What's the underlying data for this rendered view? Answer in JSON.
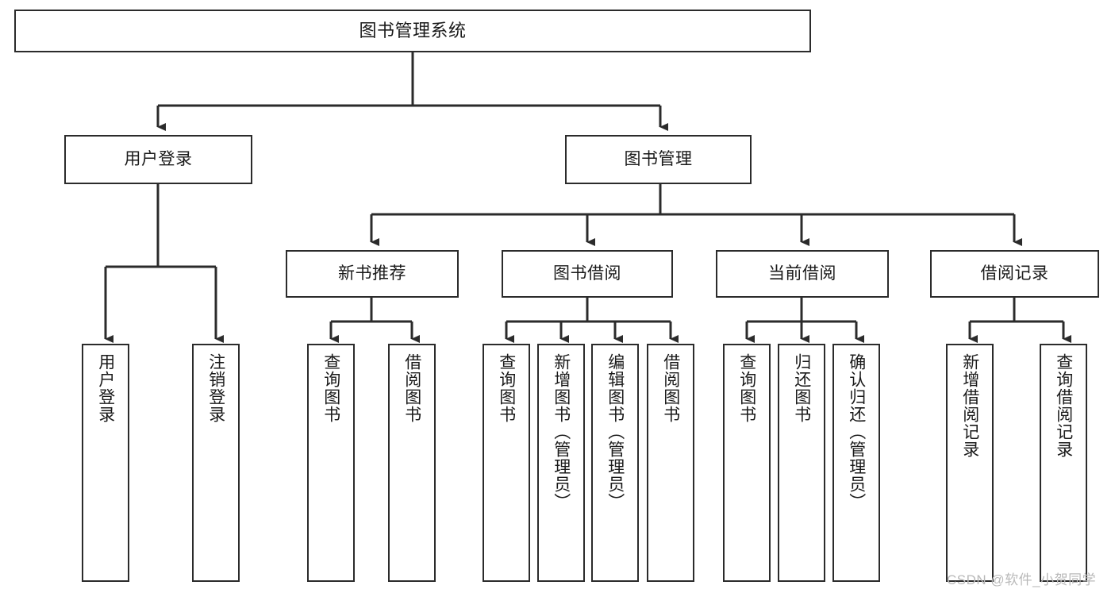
{
  "diagram": {
    "type": "tree-flowchart",
    "title": "图书管理系统",
    "orientation": "top-down",
    "colors": {
      "box_border": "#2b2b2b",
      "box_fill": "#ffffff",
      "connector": "#2b2b2b",
      "text": "#1a1a1a",
      "watermark": "#b9b9b9",
      "background": "#ffffff"
    },
    "root": {
      "label": "图书管理系统"
    },
    "level2": [
      {
        "label": "用户登录"
      },
      {
        "label": "图书管理"
      }
    ],
    "level3": [
      {
        "label": "新书推荐"
      },
      {
        "label": "图书借阅"
      },
      {
        "label": "当前借阅"
      },
      {
        "label": "借阅记录"
      }
    ],
    "leaves": {
      "user_login": [
        {
          "label": "用户登录"
        },
        {
          "label": "注销登录"
        }
      ],
      "new_book_recommend": [
        {
          "label": "查询图书"
        },
        {
          "label": "借阅图书"
        }
      ],
      "book_borrow": [
        {
          "label": "查询图书"
        },
        {
          "label": "新增图书（管理员）"
        },
        {
          "label": "编辑图书（管理员）"
        },
        {
          "label": "借阅图书"
        }
      ],
      "current_borrow": [
        {
          "label": "查询图书"
        },
        {
          "label": "归还图书"
        },
        {
          "label": "确认归还（管理员）"
        }
      ],
      "borrow_record": [
        {
          "label": "新增借阅记录"
        },
        {
          "label": "查询借阅记录"
        }
      ]
    }
  },
  "watermark": {
    "text": "CSDN @软件_小贺同学"
  }
}
